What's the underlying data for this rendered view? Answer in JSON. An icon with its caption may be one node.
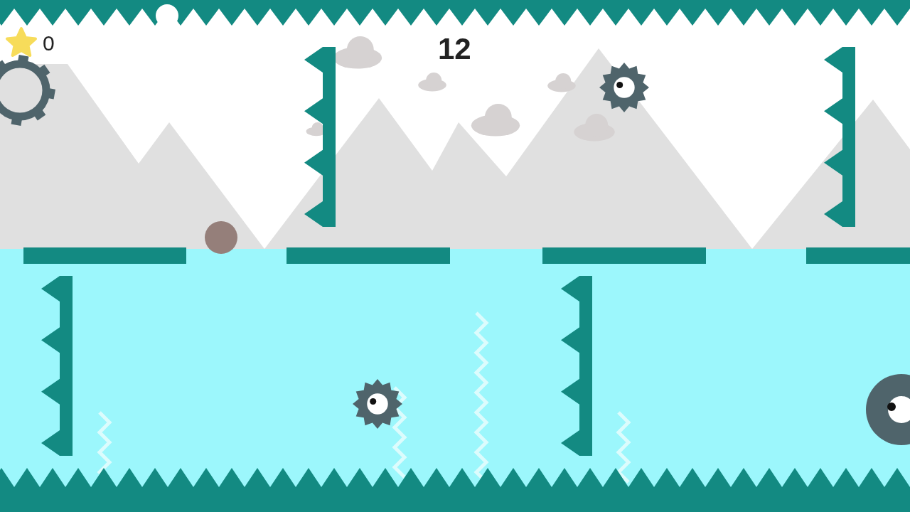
{
  "diagram": {
    "nodes": [
      {
        "text": [],
        "shape": "spikes"
      },
      {
        "text": [],
        "shape": "spikes"
      },
      {
        "text": [],
        "shape": "bar"
      },
      {
        "text": [],
        "shape": "bar"
      },
      {
        "text": [],
        "shape": "bar"
      },
      {
        "text": [],
        "shape": "bar"
      },
      {
        "text": [],
        "shape": "spikes"
      },
      {
        "text": [],
        "shape": "spikes"
      }
    ],
    "labels": [
      "0",
      "12"
    ]
  }
}
